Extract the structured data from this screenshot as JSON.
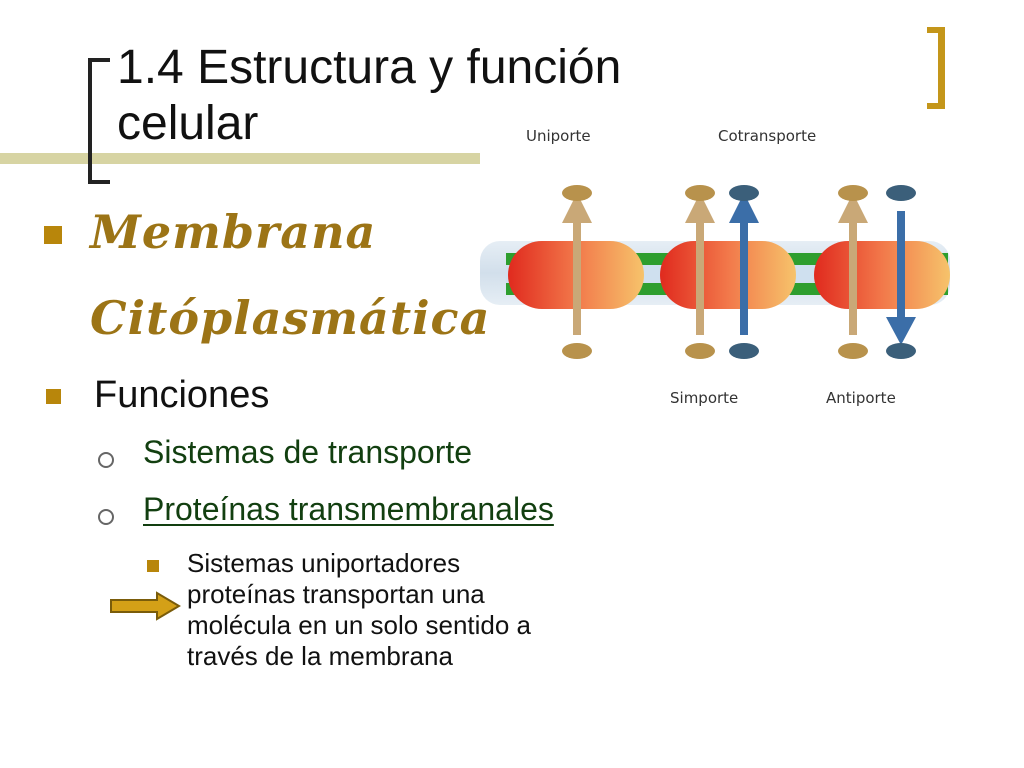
{
  "slide": {
    "title_line1": "1.4 Estructura y función",
    "title_line2": "celular",
    "heading_line1": "Membrana",
    "heading_line2": "Citóplasmática",
    "level1": "Funciones",
    "level2": [
      "Sistemas de transporte",
      "Proteínas transmembranales"
    ],
    "level3_lines": [
      "Sistemas uniportadores",
      "proteínas transportan una",
      "molécula en un solo sentido a",
      "través de la membrana"
    ]
  },
  "diagram": {
    "labels": {
      "uniporte": "Uniporte",
      "cotransporte": "Cotransporte",
      "simporte": "Simporte",
      "antiporte": "Antiporte"
    }
  },
  "colors": {
    "accent": "#c4961a",
    "script": "#9c7416",
    "level2_text": "#123f10",
    "membrane": "#2e9e2e",
    "tan_molecule": "#b8924c",
    "blue_molecule": "#3b5f7a"
  }
}
